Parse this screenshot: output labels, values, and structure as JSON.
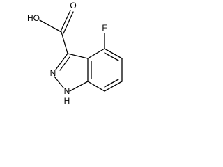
{
  "molecule": {
    "atom_labels": {
      "hydroxyl": "HO",
      "carbonyl_oxygen": "O",
      "fluorine": "F",
      "nitrogen_2": "N",
      "nitrogen_1": "N",
      "n_hydrogen": "H"
    }
  },
  "colors": {
    "bond": "#000000",
    "label": "#000000",
    "background": "#ffffff"
  }
}
